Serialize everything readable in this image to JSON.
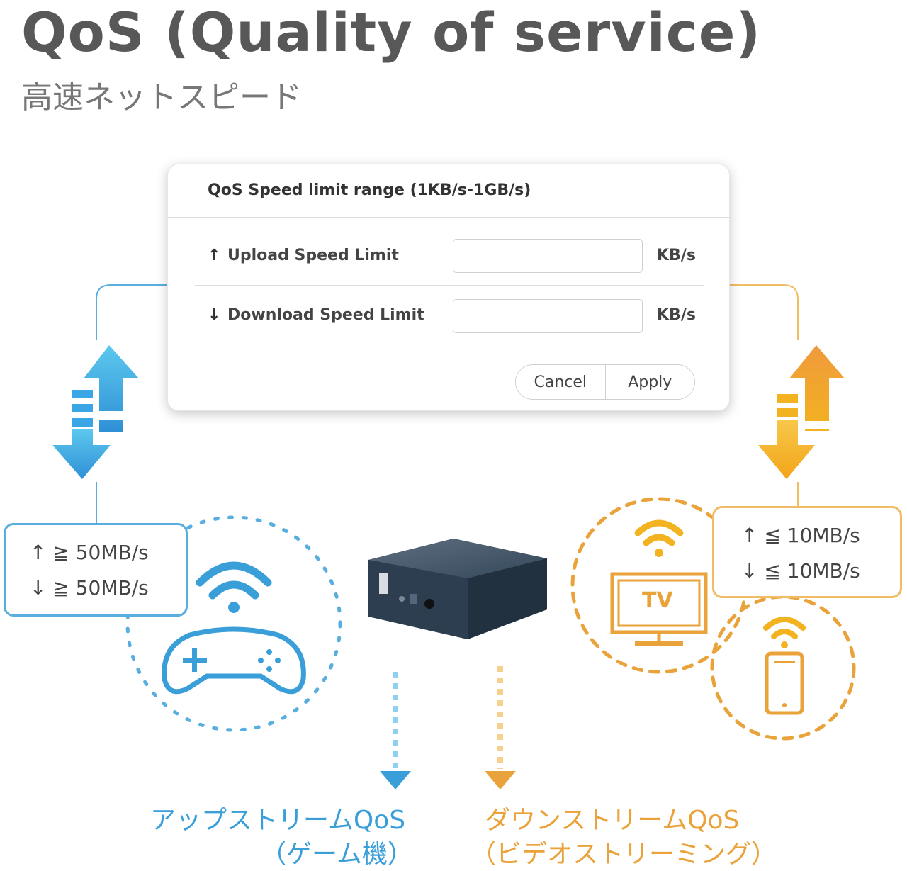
{
  "header": {
    "title": "QoS (Quality of service)",
    "subtitle": "高速ネットスピード"
  },
  "dialog": {
    "title": "QoS Speed limit range (1KB/s-1GB/s)",
    "upload_label": "Upload Speed Limit",
    "upload_unit": "KB/s",
    "upload_value": "",
    "download_label": "Download Speed Limit",
    "download_unit": "KB/s",
    "download_value": "",
    "cancel_label": "Cancel",
    "apply_label": "Apply"
  },
  "upstream": {
    "up_speed": "≧ 50MB/s",
    "down_speed": "≧ 50MB/s",
    "caption_line1": "アップストリームQoS",
    "caption_line2": "（ゲーム機）"
  },
  "downstream": {
    "up_speed": "≦ 10MB/s",
    "down_speed": "≦ 10MB/s",
    "tv_label": "TV",
    "caption_line1": "ダウンストリームQoS",
    "caption_line2": "（ビデオストリーミング）"
  },
  "icons": {
    "up_arrow": "↑",
    "down_arrow": "↓"
  },
  "colors": {
    "blue": "#3a9fd9",
    "orange": "#eaa23a",
    "router": "#2d3e50"
  }
}
